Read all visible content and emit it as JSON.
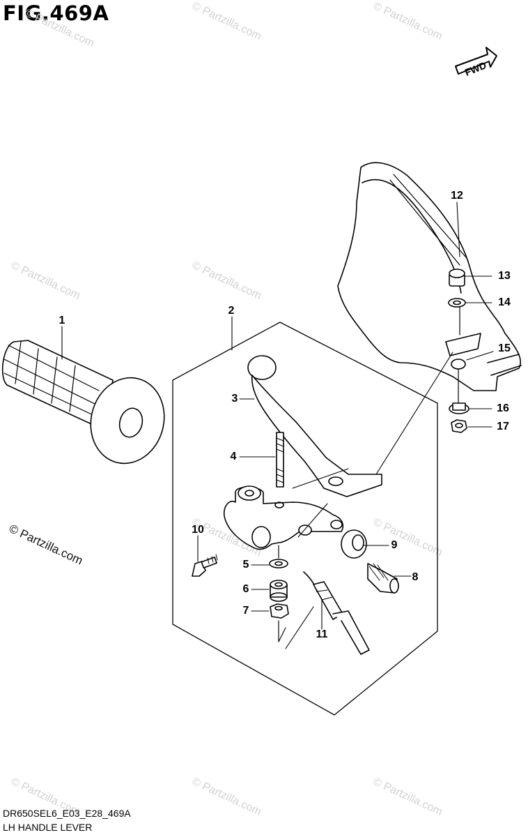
{
  "figure": {
    "title": "FIG.469A"
  },
  "fwd_label": "FWD",
  "watermark": {
    "text": "© Partzilla.com"
  },
  "parts": [
    "1",
    "2",
    "3",
    "4",
    "5",
    "6",
    "7",
    "8",
    "9",
    "10",
    "11",
    "12",
    "13",
    "14",
    "15",
    "16",
    "17"
  ],
  "footer": {
    "code": "DR650SEL6_E03_E28_469A",
    "caption": "LH HANDLE LEVER"
  }
}
